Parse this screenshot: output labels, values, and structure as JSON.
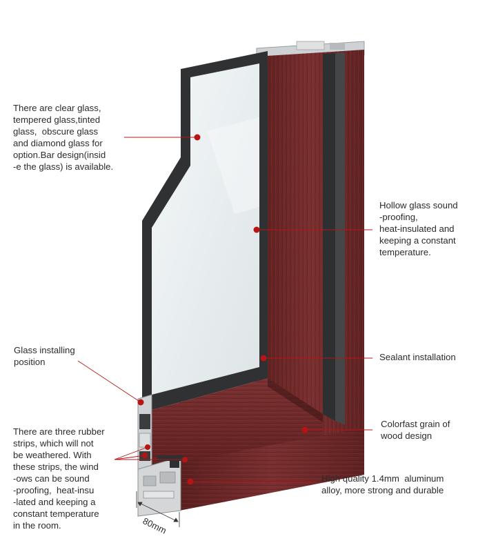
{
  "annotations": {
    "glass_options": "There are clear glass,\ntempered glass,tinted\nglass,  obscure glass\nand diamond glass for\noption.Bar design(insid\n-e the glass) is available.",
    "hollow_glass": "Hollow glass sound\n-proofing,\nheat-insulated and\nkeeping a constant\ntemperature.",
    "glass_installing": "Glass installing\nposition",
    "sealant": "Sealant installation",
    "colorfast": "Colorfast grain of\nwood design",
    "rubber_strips": "There are three rubber\nstrips, which will not\nbe weathered. With\nthese strips, the wind\n-ows can be sound\n-proofing,  heat-insu\n-lated and keeping a\nconstant temperature\nin the room.",
    "aluminum": "High quality 1.4mm  aluminum\nalloy, more strong and durable"
  },
  "dimension_label": "80mm",
  "colors": {
    "frame_wood": "#6e2a2a",
    "frame_wood_dark": "#4a1818",
    "aluminum": "#c9cbcd",
    "glass": "#e9eef0",
    "gasket": "#2c2f31",
    "pointer": "#b81414"
  }
}
